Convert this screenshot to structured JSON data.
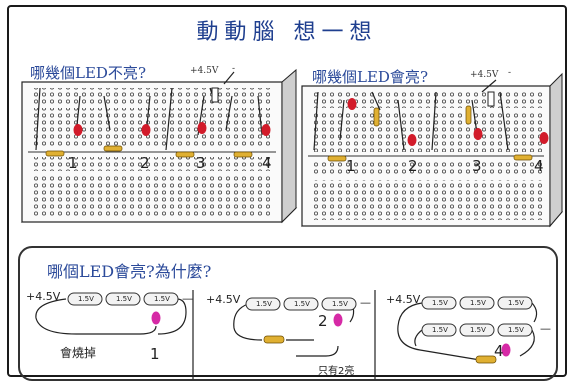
{
  "title": "動動腦 想一想",
  "left_board": {
    "question": "哪幾個LED不亮?",
    "voltage": "+4.5V",
    "minus": "-",
    "numbers": [
      "1",
      "2",
      "3",
      "4"
    ]
  },
  "right_board": {
    "question": "哪幾個LED會亮?",
    "voltage": "+4.5V",
    "minus": "-",
    "numbers": [
      "1",
      "2",
      "3",
      "4"
    ]
  },
  "bottom_panel": {
    "question": "哪個LED會亮?為什麼?",
    "circuits": [
      {
        "voltage": "+4.5V",
        "minus": "—",
        "cells": [
          "1.5V",
          "1.5V",
          "1.5V"
        ],
        "number": "1",
        "note": "會燒掉"
      },
      {
        "voltage": "+4.5V",
        "minus": "—",
        "cells": [
          "1.5V",
          "1.5V",
          "1.5V"
        ],
        "number": "2",
        "note": "只有2亮"
      },
      {
        "voltage": "+4.5V",
        "minus": "—",
        "cells_top": [
          "1.5V",
          "1.5V",
          "1.5V"
        ],
        "cells_bottom": [
          "1.5V",
          "1.5V",
          "1.5V"
        ],
        "number": "4"
      }
    ]
  },
  "colors": {
    "title_blue": "#1f3f8f",
    "led_red": "#d21b2a",
    "led_pink": "#d62aa6",
    "resistor": "#e0b032"
  }
}
